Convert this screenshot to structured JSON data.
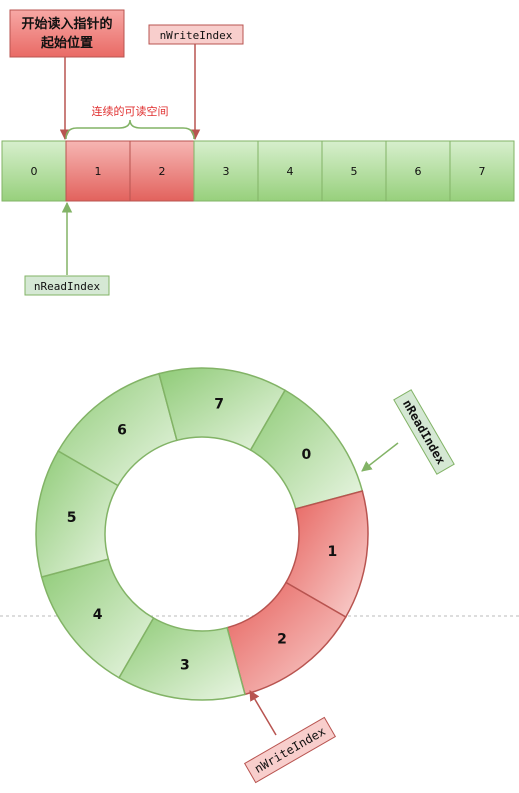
{
  "linear": {
    "callout_start": [
      "开始读入指针的",
      "起始位置"
    ],
    "write_label": "nWriteIndex",
    "read_label": "nReadIndex",
    "brace_label": "连续的可读空间",
    "cells": [
      {
        "label": "0",
        "state": "free"
      },
      {
        "label": "1",
        "state": "readable"
      },
      {
        "label": "2",
        "state": "readable"
      },
      {
        "label": "3",
        "state": "free"
      },
      {
        "label": "4",
        "state": "free"
      },
      {
        "label": "5",
        "state": "free"
      },
      {
        "label": "6",
        "state": "free"
      },
      {
        "label": "7",
        "state": "free"
      }
    ]
  },
  "ring": {
    "read_label": "nReadIndex",
    "write_label": "nWriteIndex",
    "segments": [
      {
        "label": "0",
        "state": "free"
      },
      {
        "label": "1",
        "state": "readable"
      },
      {
        "label": "2",
        "state": "readable"
      },
      {
        "label": "3",
        "state": "free"
      },
      {
        "label": "4",
        "state": "free"
      },
      {
        "label": "5",
        "state": "free"
      },
      {
        "label": "6",
        "state": "free"
      },
      {
        "label": "7",
        "state": "free"
      }
    ]
  },
  "colors": {
    "free_fill": "#a6d88f",
    "free_stroke": "#82b366",
    "read_fill": "#ea6b66",
    "read_stroke": "#b85450",
    "label_green_fill": "#d5e8d4",
    "label_red_fill": "#f8cecc",
    "red_text": "#e03030"
  }
}
